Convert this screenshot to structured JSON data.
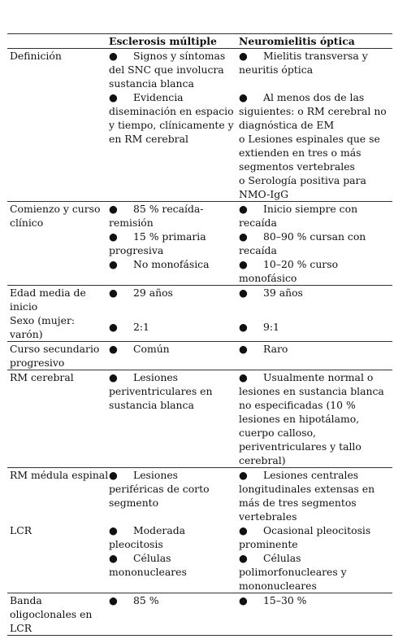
{
  "header": {
    "col2": "Esclerosis múltiple",
    "col3": "Neuromielitis óptica"
  },
  "rows": {
    "definicion": {
      "label": "Definición",
      "em": {
        "b1": "Signos y síntomas del SNC que involucra sustancia blanca",
        "b2": "Evidencia diseminación en espacio y tiempo, clínicamente y en RM cerebral"
      },
      "nmo": {
        "b1": "Mielitis transversa y neuritis óptica",
        "b2": "Al menos dos de las siguientes: o  RM cerebral no diagnóstica de EM",
        "l2": "o  Lesiones espinales que se extienden en tres o más segmentos vertebrales",
        "l3": "o  Serología positiva para NMO-IgG"
      }
    },
    "comienzo": {
      "label": "Comienzo y curso clínico",
      "em": {
        "b1": "85 % recaída-remisión",
        "b2": "15 % primaria progresiva",
        "b3": "No monofásica"
      },
      "nmo": {
        "b1": "Inicio siempre con recaída",
        "b2": "80–90 % cursan con recaída",
        "b3": "10–20 % curso monofásico"
      }
    },
    "edad": {
      "label": "Edad media de inicio",
      "em": "29 años",
      "nmo": "39 años"
    },
    "sexo": {
      "label": "Sexo (mujer: varón)",
      "em": "2:1",
      "nmo": "9:1"
    },
    "curso": {
      "label": "Curso secundario progresivo",
      "em": "Común",
      "nmo": "Raro"
    },
    "rm_cerebral": {
      "label": "RM cerebral",
      "em": "Lesiones periventriculares en sustancia blanca",
      "nmo": "Usualmente normal o lesiones en sustancia blanca no especificadas (10 % lesiones en hipotálamo, cuerpo calloso, periventriculares y tallo cerebral)"
    },
    "rm_medula": {
      "label": "RM médula espinal",
      "em": "Lesiones periféricas de corto segmento",
      "nmo": "Lesiones centrales longitudinales extensas en más de tres segmentos vertebrales"
    },
    "lcr": {
      "label": "LCR",
      "em": {
        "b1": "Moderada pleocitosis",
        "b2": "Células mononucleares"
      },
      "nmo": {
        "b1": "Ocasional pleocitosis prominente",
        "b2": "Células polimorfonucleares y mononucleares"
      }
    },
    "bandas": {
      "label": "Banda oligoclonales en LCR",
      "em": "85 %",
      "nmo": "15–30 %"
    }
  },
  "bullet": "●"
}
